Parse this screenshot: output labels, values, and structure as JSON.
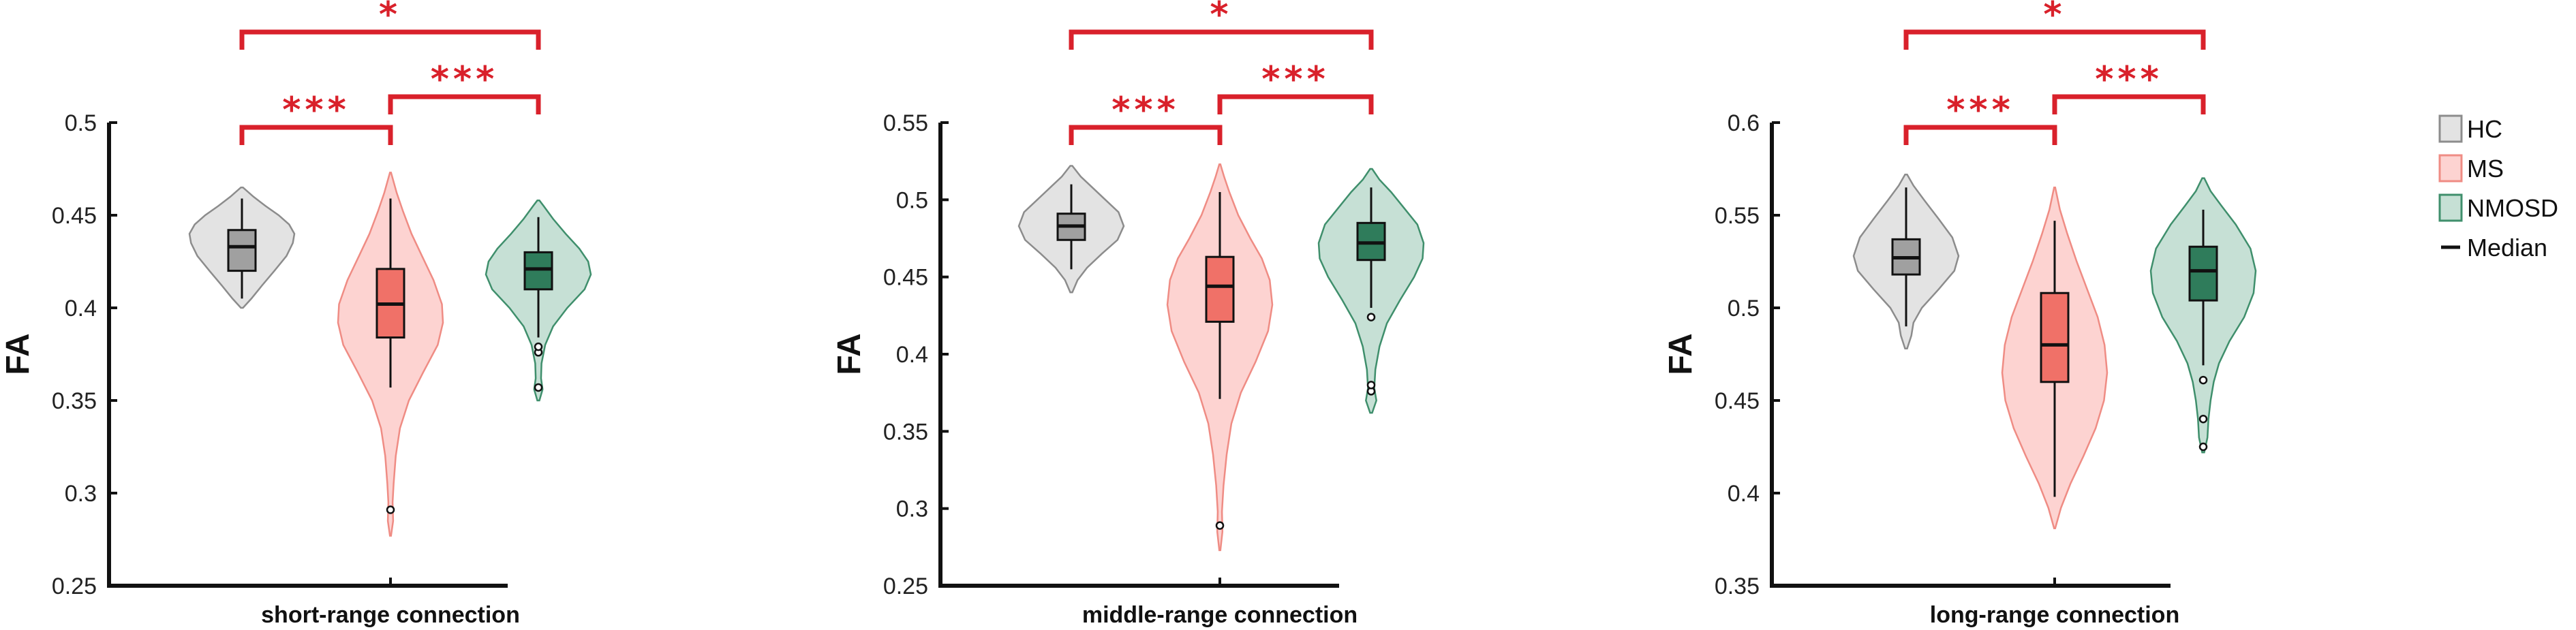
{
  "colors": {
    "HC": {
      "fill": "#e3e3e3",
      "stroke": "#8c8c8c",
      "box": "#a0a0a0"
    },
    "MS": {
      "fill": "#fdd3d1",
      "stroke": "#ef8c84",
      "box": "#f07168"
    },
    "NMOSD": {
      "fill": "#c6e0d5",
      "stroke": "#3f8f6c",
      "box": "#2f7c5b"
    },
    "sig": "#d9212b"
  },
  "legend": {
    "placement": "right",
    "items": [
      {
        "key": "HC",
        "label": "HC",
        "kind": "box"
      },
      {
        "key": "MS",
        "label": "MS",
        "kind": "box"
      },
      {
        "key": "NMOSD",
        "label": "NMOSD",
        "kind": "box"
      },
      {
        "key": "median",
        "label": "Median",
        "kind": "line"
      }
    ]
  },
  "chart_data": [
    {
      "type": "violin",
      "xlabel": "short-range connection",
      "ylabel": "FA",
      "ylim": [
        0.25,
        0.5
      ],
      "yticks": [
        "0.25",
        "0.3",
        "0.35",
        "0.4",
        "0.45",
        "0.5"
      ],
      "groups": [
        {
          "key": "HC",
          "min": 0.4,
          "max": 0.465,
          "q1": 0.42,
          "median": 0.433,
          "q3": 0.442,
          "whisker_low": 0.405,
          "whisker_high": 0.459,
          "outliers": [],
          "profile": [
            [
              0.4,
              0.02
            ],
            [
              0.405,
              0.18
            ],
            [
              0.412,
              0.38
            ],
            [
              0.42,
              0.62
            ],
            [
              0.428,
              0.85
            ],
            [
              0.435,
              0.97
            ],
            [
              0.44,
              1.0
            ],
            [
              0.445,
              0.9
            ],
            [
              0.45,
              0.7
            ],
            [
              0.455,
              0.45
            ],
            [
              0.46,
              0.22
            ],
            [
              0.465,
              0.02
            ]
          ]
        },
        {
          "key": "MS",
          "min": 0.277,
          "max": 0.473,
          "q1": 0.384,
          "median": 0.402,
          "q3": 0.421,
          "whisker_low": 0.357,
          "whisker_high": 0.459,
          "outliers": [
            0.291
          ],
          "profile": [
            [
              0.277,
              0.01
            ],
            [
              0.285,
              0.05
            ],
            [
              0.295,
              0.04
            ],
            [
              0.305,
              0.06
            ],
            [
              0.32,
              0.1
            ],
            [
              0.335,
              0.18
            ],
            [
              0.35,
              0.35
            ],
            [
              0.365,
              0.62
            ],
            [
              0.38,
              0.9
            ],
            [
              0.392,
              1.0
            ],
            [
              0.402,
              0.98
            ],
            [
              0.415,
              0.82
            ],
            [
              0.428,
              0.6
            ],
            [
              0.44,
              0.4
            ],
            [
              0.452,
              0.24
            ],
            [
              0.462,
              0.12
            ],
            [
              0.473,
              0.01
            ]
          ]
        },
        {
          "key": "NMOSD",
          "min": 0.35,
          "max": 0.458,
          "q1": 0.41,
          "median": 0.421,
          "q3": 0.43,
          "whisker_low": 0.384,
          "whisker_high": 0.449,
          "outliers": [
            0.357,
            0.376,
            0.379
          ],
          "profile": [
            [
              0.35,
              0.02
            ],
            [
              0.356,
              0.08
            ],
            [
              0.362,
              0.05
            ],
            [
              0.37,
              0.06
            ],
            [
              0.38,
              0.13
            ],
            [
              0.39,
              0.28
            ],
            [
              0.4,
              0.55
            ],
            [
              0.41,
              0.88
            ],
            [
              0.418,
              1.0
            ],
            [
              0.425,
              0.95
            ],
            [
              0.432,
              0.78
            ],
            [
              0.44,
              0.52
            ],
            [
              0.448,
              0.28
            ],
            [
              0.455,
              0.1
            ],
            [
              0.458,
              0.02
            ]
          ]
        }
      ],
      "significance": [
        {
          "from": "HC",
          "to": "MS",
          "label": "***",
          "level": 0
        },
        {
          "from": "MS",
          "to": "NMOSD",
          "label": "***",
          "level": 1
        },
        {
          "from": "HC",
          "to": "NMOSD",
          "label": "*",
          "level": 2
        }
      ]
    },
    {
      "type": "violin",
      "xlabel": "middle-range connection",
      "ylabel": "FA",
      "ylim": [
        0.25,
        0.55
      ],
      "yticks": [
        "0.25",
        "0.3",
        "0.35",
        "0.4",
        "0.45",
        "0.5",
        "0.55"
      ],
      "groups": [
        {
          "key": "HC",
          "min": 0.44,
          "max": 0.522,
          "q1": 0.474,
          "median": 0.483,
          "q3": 0.491,
          "whisker_low": 0.455,
          "whisker_high": 0.51,
          "outliers": [],
          "profile": [
            [
              0.44,
              0.02
            ],
            [
              0.448,
              0.12
            ],
            [
              0.456,
              0.3
            ],
            [
              0.465,
              0.58
            ],
            [
              0.474,
              0.88
            ],
            [
              0.483,
              1.0
            ],
            [
              0.492,
              0.9
            ],
            [
              0.5,
              0.65
            ],
            [
              0.508,
              0.4
            ],
            [
              0.515,
              0.18
            ],
            [
              0.522,
              0.02
            ]
          ]
        },
        {
          "key": "MS",
          "min": 0.273,
          "max": 0.523,
          "q1": 0.421,
          "median": 0.444,
          "q3": 0.463,
          "whisker_low": 0.371,
          "whisker_high": 0.505,
          "outliers": [
            0.289
          ],
          "profile": [
            [
              0.273,
              0.01
            ],
            [
              0.285,
              0.05
            ],
            [
              0.298,
              0.04
            ],
            [
              0.315,
              0.07
            ],
            [
              0.335,
              0.13
            ],
            [
              0.355,
              0.22
            ],
            [
              0.375,
              0.4
            ],
            [
              0.395,
              0.68
            ],
            [
              0.415,
              0.92
            ],
            [
              0.432,
              1.0
            ],
            [
              0.448,
              0.95
            ],
            [
              0.462,
              0.8
            ],
            [
              0.475,
              0.58
            ],
            [
              0.49,
              0.35
            ],
            [
              0.505,
              0.18
            ],
            [
              0.515,
              0.08
            ],
            [
              0.523,
              0.01
            ]
          ]
        },
        {
          "key": "NMOSD",
          "min": 0.362,
          "max": 0.52,
          "q1": 0.461,
          "median": 0.472,
          "q3": 0.485,
          "whisker_low": 0.43,
          "whisker_high": 0.508,
          "outliers": [
            0.424,
            0.376,
            0.38
          ],
          "profile": [
            [
              0.362,
              0.02
            ],
            [
              0.37,
              0.1
            ],
            [
              0.378,
              0.06
            ],
            [
              0.39,
              0.08
            ],
            [
              0.405,
              0.16
            ],
            [
              0.42,
              0.3
            ],
            [
              0.435,
              0.55
            ],
            [
              0.45,
              0.82
            ],
            [
              0.462,
              0.98
            ],
            [
              0.472,
              1.0
            ],
            [
              0.484,
              0.88
            ],
            [
              0.495,
              0.62
            ],
            [
              0.505,
              0.38
            ],
            [
              0.513,
              0.16
            ],
            [
              0.52,
              0.02
            ]
          ]
        }
      ],
      "significance": [
        {
          "from": "HC",
          "to": "MS",
          "label": "***",
          "level": 0
        },
        {
          "from": "MS",
          "to": "NMOSD",
          "label": "***",
          "level": 1
        },
        {
          "from": "HC",
          "to": "NMOSD",
          "label": "*",
          "level": 2
        }
      ]
    },
    {
      "type": "violin",
      "xlabel": "long-range connection",
      "ylabel": "FA",
      "ylim": [
        0.35,
        0.6
      ],
      "yticks": [
        "0.35",
        "0.4",
        "0.45",
        "0.5",
        "0.55",
        "0.6"
      ],
      "groups": [
        {
          "key": "HC",
          "min": 0.478,
          "max": 0.572,
          "q1": 0.518,
          "median": 0.527,
          "q3": 0.537,
          "whisker_low": 0.49,
          "whisker_high": 0.565,
          "outliers": [],
          "profile": [
            [
              0.478,
              0.02
            ],
            [
              0.485,
              0.1
            ],
            [
              0.492,
              0.14
            ],
            [
              0.5,
              0.3
            ],
            [
              0.51,
              0.62
            ],
            [
              0.52,
              0.92
            ],
            [
              0.528,
              1.0
            ],
            [
              0.538,
              0.88
            ],
            [
              0.548,
              0.62
            ],
            [
              0.558,
              0.35
            ],
            [
              0.566,
              0.14
            ],
            [
              0.572,
              0.02
            ]
          ]
        },
        {
          "key": "MS",
          "min": 0.381,
          "max": 0.565,
          "q1": 0.46,
          "median": 0.48,
          "q3": 0.508,
          "whisker_low": 0.398,
          "whisker_high": 0.547,
          "outliers": [],
          "profile": [
            [
              0.381,
              0.01
            ],
            [
              0.392,
              0.12
            ],
            [
              0.405,
              0.3
            ],
            [
              0.42,
              0.55
            ],
            [
              0.435,
              0.78
            ],
            [
              0.45,
              0.94
            ],
            [
              0.465,
              1.0
            ],
            [
              0.48,
              0.95
            ],
            [
              0.495,
              0.82
            ],
            [
              0.51,
              0.62
            ],
            [
              0.525,
              0.42
            ],
            [
              0.54,
              0.24
            ],
            [
              0.553,
              0.1
            ],
            [
              0.565,
              0.01
            ]
          ]
        },
        {
          "key": "NMOSD",
          "min": 0.422,
          "max": 0.57,
          "q1": 0.504,
          "median": 0.52,
          "q3": 0.533,
          "whisker_low": 0.469,
          "whisker_high": 0.553,
          "outliers": [
            0.461,
            0.44,
            0.425
          ],
          "profile": [
            [
              0.422,
              0.02
            ],
            [
              0.43,
              0.08
            ],
            [
              0.44,
              0.1
            ],
            [
              0.45,
              0.14
            ],
            [
              0.46,
              0.2
            ],
            [
              0.47,
              0.3
            ],
            [
              0.482,
              0.5
            ],
            [
              0.495,
              0.78
            ],
            [
              0.508,
              0.96
            ],
            [
              0.52,
              1.0
            ],
            [
              0.532,
              0.9
            ],
            [
              0.545,
              0.62
            ],
            [
              0.555,
              0.35
            ],
            [
              0.563,
              0.14
            ],
            [
              0.57,
              0.02
            ]
          ]
        }
      ],
      "significance": [
        {
          "from": "HC",
          "to": "MS",
          "label": "***",
          "level": 0
        },
        {
          "from": "MS",
          "to": "NMOSD",
          "label": "***",
          "level": 1
        },
        {
          "from": "HC",
          "to": "NMOSD",
          "label": "*",
          "level": 2
        }
      ]
    }
  ]
}
